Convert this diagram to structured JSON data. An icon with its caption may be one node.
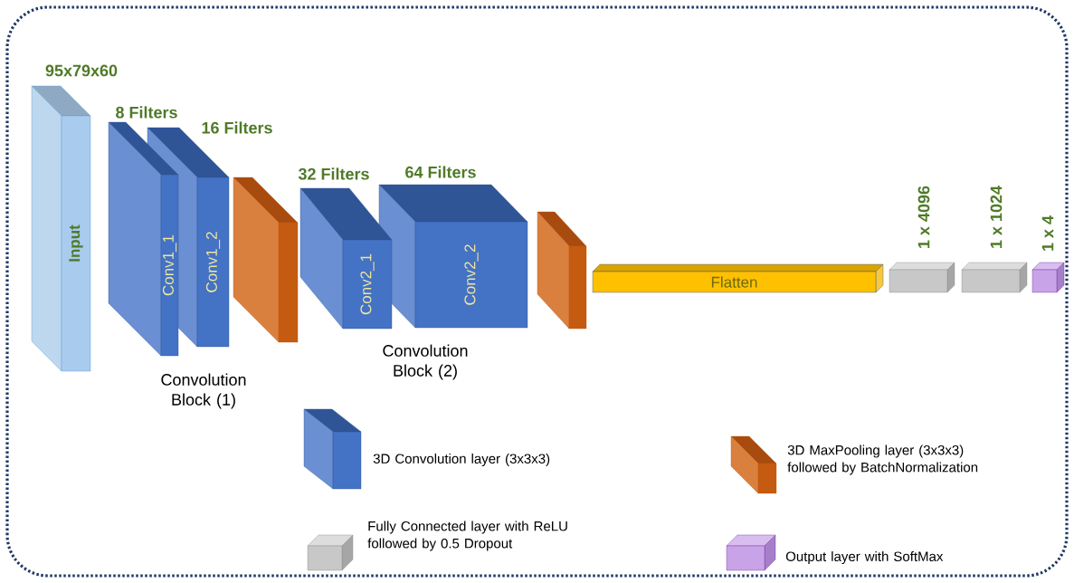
{
  "diagram": {
    "nodes": [
      {
        "text": [
          "Input"
        ],
        "beside": [
          "95x79x60"
        ]
      },
      {
        "text": [
          "Conv1_1"
        ]
      },
      {
        "text": [
          "Conv1_2"
        ]
      },
      {
        "text": [],
        "shape": "box"
      },
      {
        "text": [
          "Conv2_1"
        ]
      },
      {
        "text": [
          "Conv2_2"
        ]
      },
      {
        "text": [],
        "shape": "box"
      },
      {
        "text": [
          "Flatten"
        ]
      },
      {
        "text": [],
        "shape": "box",
        "beside": [
          "1 x 4096"
        ]
      },
      {
        "text": [],
        "shape": "box",
        "beside": [
          "1 x 1024"
        ]
      },
      {
        "text": [],
        "shape": "box",
        "beside": [
          "1 x 4"
        ]
      }
    ],
    "labels": [
      "8 Filters",
      "16 Filters",
      "32 Filters",
      "64 Filters",
      "Convolution Block (1)",
      "Convolution Block (2)"
    ],
    "legend": [
      {
        "text": "3D Convolution layer (3x3x3)"
      },
      {
        "text": "3D MaxPooling layer (3x3x3) followed by BatchNormalization"
      },
      {
        "text": "Fully Connected layer with ReLU followed by 0.5 Dropout"
      },
      {
        "text": "Output layer with SoftMax"
      }
    ]
  }
}
